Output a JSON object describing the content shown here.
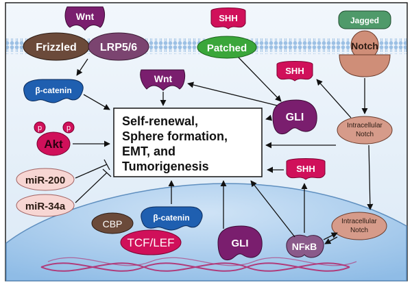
{
  "nodes": {
    "wnt_top": "Wnt",
    "frizzled": "Frizzled",
    "lrp": "LRP5/6",
    "shh_top": "SHH",
    "patched": "Patched",
    "jagged": "Jagged",
    "notch": "Notch",
    "beta_catenin_cyto": "β-catenin",
    "wnt_mid": "Wnt",
    "shh_mid": "SHH",
    "gli_cyto": "GLI",
    "akt": "Akt",
    "p1": "p",
    "p2": "p",
    "intracellular_notch_cyto_1": "Intracellular",
    "intracellular_notch_cyto_2": "Notch",
    "mir200": "miR-200",
    "mir34a": "miR-34a",
    "shh_low": "SHH",
    "cbp": "CBP",
    "beta_catenin_nuc": "β-catenin",
    "tcf_lef": "TCF/LEF",
    "gli_nuc": "GLI",
    "nfkb": "NFκB",
    "intracellular_notch_nuc_1": "Intracellular",
    "intracellular_notch_nuc_2": "Notch"
  },
  "central_box": {
    "line1": "Self-renewal,",
    "line2": "Sphere formation,",
    "line3": "EMT, and",
    "line4": "Tumorigenesis"
  },
  "colors": {
    "membrane_head": "#8fb8e0",
    "cytoplasm": "#e8f1fa",
    "nucleus": "#a8cbec",
    "wnt_purple": "#7a1e6e",
    "frizzled_brown": "#6b4a3a",
    "lrp_purple": "#7b4470",
    "shh_magenta": "#d0105a",
    "patched_green": "#3aa63a",
    "jagged_green": "#4f9a6a",
    "notch_salmon": "#cf8e78",
    "beta_catenin_blue": "#1f5fb0",
    "gli_purple": "#7a1e6e",
    "akt_magenta": "#d0105a",
    "mir_pink": "#f7d6d3",
    "cbp_brown": "#6b4a3a",
    "tcf_magenta": "#d0105a",
    "nfkb_purple": "#8a5a8a",
    "dna_magenta": "#b03a7a"
  }
}
